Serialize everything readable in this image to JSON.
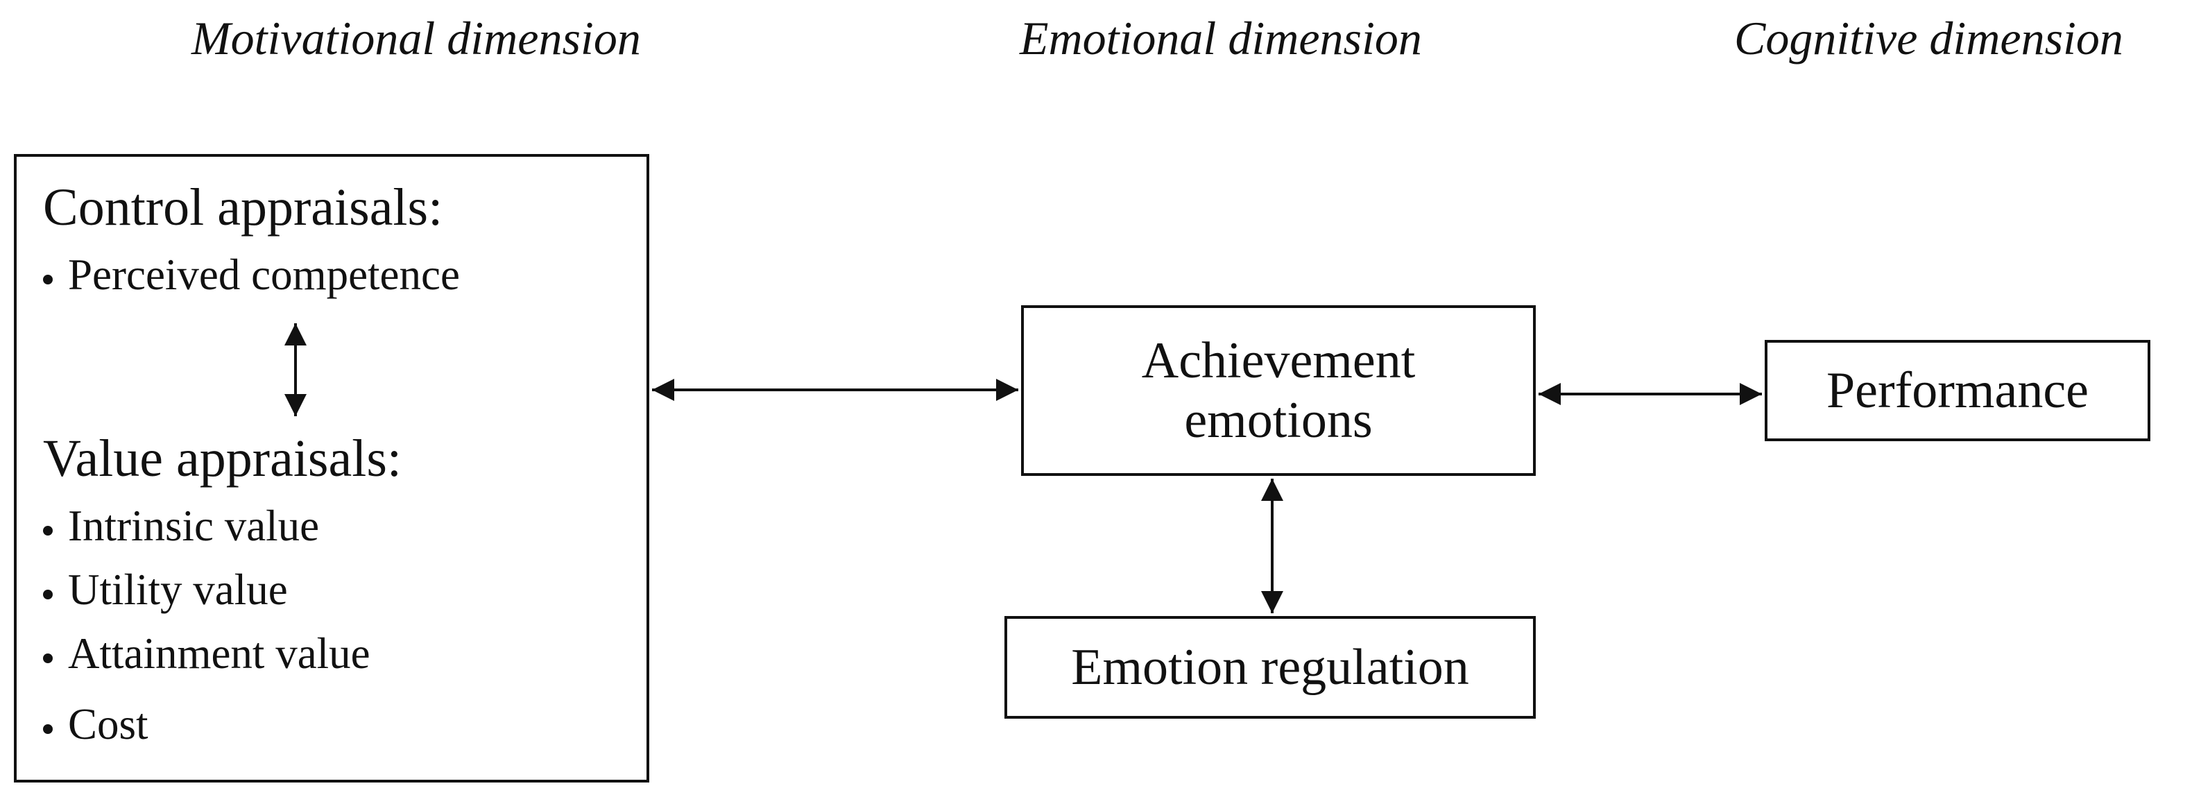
{
  "dimensions": {
    "motivational": "Motivational dimension",
    "emotional": "Emotional dimension",
    "cognitive": "Cognitive dimension"
  },
  "motivational_box": {
    "control_title": "Control appraisals:",
    "control_items": [
      "Perceived competence"
    ],
    "value_title": "Value appraisals:",
    "value_items": [
      "Intrinsic value",
      "Utility value",
      "Attainment value",
      "Cost"
    ]
  },
  "achievement_box": {
    "line1": "Achievement",
    "line2": "emotions"
  },
  "performance_box": {
    "label": "Performance"
  },
  "regulation_box": {
    "label": "Emotion regulation"
  }
}
